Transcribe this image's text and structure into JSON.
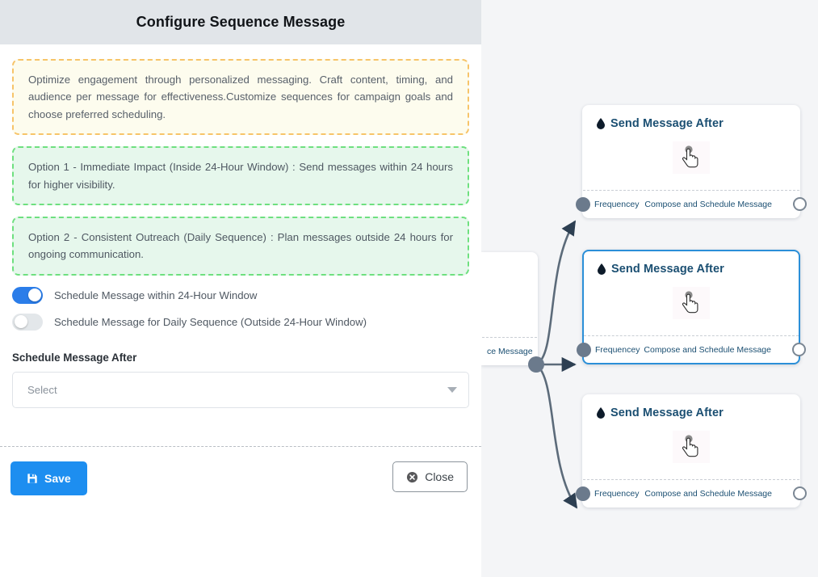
{
  "panel": {
    "title": "Configure Sequence Message",
    "info_note": "Optimize engagement through personalized messaging. Craft content, timing, and audience per message for effectiveness.Customize sequences for campaign goals and choose preferred scheduling.",
    "option_1": "Option 1 - Immediate Impact (Inside 24-Hour Window) : Send messages within 24 hours for higher visibility.",
    "option_2": "Option 2 - Consistent Outreach (Daily Sequence) : Plan messages outside 24 hours for ongoing communication.",
    "toggles": [
      {
        "label": "Schedule Message within 24-Hour Window",
        "state": "on"
      },
      {
        "label": "Schedule Message for Daily Sequence (Outside 24-Hour Window)",
        "state": "off"
      }
    ],
    "field": {
      "label": "Schedule Message After",
      "value": "Select",
      "placeholder": "Select"
    },
    "footer": {
      "save_label": "Save",
      "close_label": "Close",
      "save_icon": "save-floppy-icon",
      "close_icon": "close-circle-icon"
    },
    "colors": {
      "header_bg": "#e1e5e9",
      "accent": "#1d8ef0",
      "info_border": "#f7c469",
      "option_border": "#6ee07f"
    }
  },
  "canvas": {
    "background": "#f4f5f7",
    "selected_border": "#2b8fd8",
    "edge_color": "#5c6b7a",
    "nodes": [
      {
        "title": "Send Message After",
        "icon": "water-drop-icon",
        "body_icon": "pointing-hand-cursor-icon",
        "port_in_label": "Frequencey",
        "port_out_label": "Compose and Schedule Message",
        "selected": "false"
      },
      {
        "title": "Send Message After",
        "icon": "water-drop-icon",
        "body_icon": "pointing-hand-cursor-icon",
        "port_in_label": "Frequencey",
        "port_out_label": "Compose and Schedule Message",
        "selected": "true"
      },
      {
        "title": "Send Message After",
        "icon": "water-drop-icon",
        "body_icon": "pointing-hand-cursor-icon",
        "port_in_label": "Frequencey",
        "port_out_label": "Compose and Schedule Message",
        "selected": "false"
      }
    ],
    "source_node": {
      "port_out_label": "ce Message"
    }
  }
}
